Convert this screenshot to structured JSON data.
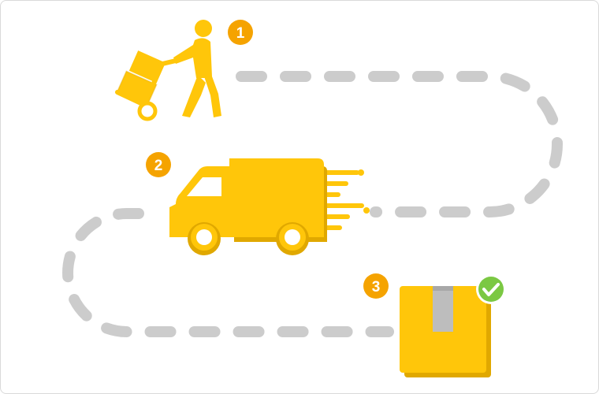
{
  "colors": {
    "primary": "#FFC60A",
    "primary_dark": "#E0A800",
    "badge": "#F5A300",
    "path": "#CCCCCC",
    "tape": "#BDBDBD",
    "check": "#7BC843",
    "background": "#FFFFFF"
  },
  "steps": [
    {
      "number": "1",
      "icon": "person-with-hand-truck-icon"
    },
    {
      "number": "2",
      "icon": "delivery-truck-icon"
    },
    {
      "number": "3",
      "icon": "delivered-package-icon"
    }
  ],
  "status_icon": "checkmark-icon"
}
